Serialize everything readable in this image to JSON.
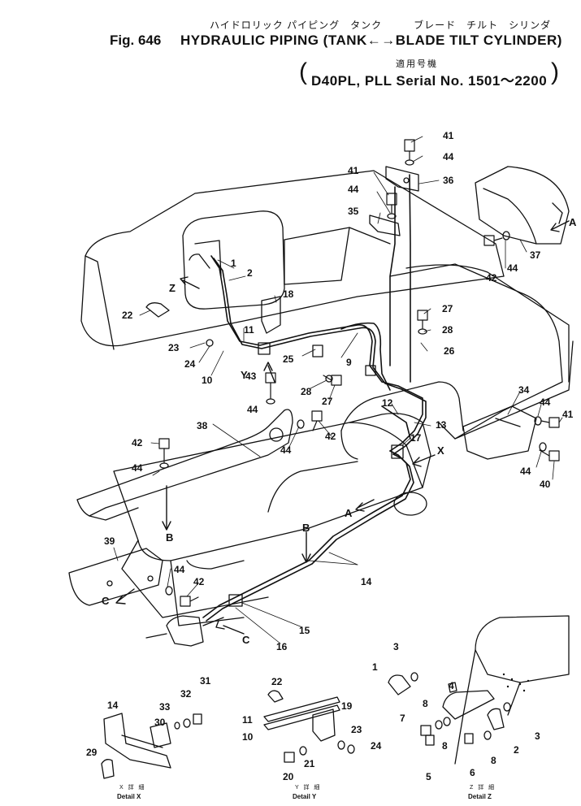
{
  "header": {
    "jp_title": "ハイドロリック パイピング　タンク　　　ブレード　チルト　シリンダ",
    "fig_no": "Fig. 646",
    "title": "HYDRAULIC PIPING (TANK←→BLADE TILT CYLINDER)",
    "applicable_jp": "適用号機",
    "serial": "D40PL, PLL Serial No. 1501～2200",
    "paren_left": "(",
    "paren_right": ")"
  },
  "callouts": {
    "c1": "1",
    "c2": "2",
    "c3": "3",
    "c4": "4",
    "c5": "5",
    "c6": "6",
    "c7": "7",
    "c8": "8",
    "c9": "9",
    "c10": "10",
    "c11": "11",
    "c12": "12",
    "c13": "13",
    "c14": "14",
    "c15": "15",
    "c16": "16",
    "c17": "17",
    "c18": "18",
    "c19": "19",
    "c20": "20",
    "c21": "21",
    "c22": "22",
    "c23": "23",
    "c24": "24",
    "c25": "25",
    "c26": "26",
    "c27": "27",
    "c28": "28",
    "c29": "29",
    "c30": "30",
    "c31": "31",
    "c32": "32",
    "c33": "33",
    "c34": "34",
    "c35": "35",
    "c36": "36",
    "c37": "37",
    "c38": "38",
    "c39": "39",
    "c40": "40",
    "c41": "41",
    "c42": "42",
    "c43": "43",
    "c44": "44"
  },
  "view_letters": {
    "a": "A",
    "b": "B",
    "c": "C",
    "x": "X",
    "y": "Y",
    "z": "Z"
  },
  "details": {
    "x_jp": "X 詳 細",
    "x_en": "Detail X",
    "y_jp": "Y 詳 細",
    "y_en": "Detail Y",
    "z_jp": "Z 詳 細",
    "z_en": "Detail Z"
  }
}
